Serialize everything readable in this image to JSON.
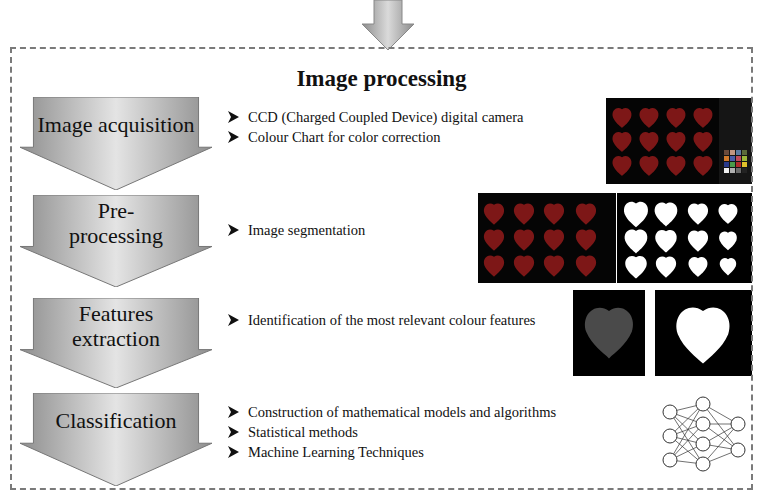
{
  "diagram": {
    "nodes": [
      {
        "text": [
          "Image processing"
        ]
      },
      {
        "text": [
          "Image acquisition"
        ],
        "in": 0
      },
      {
        "text": [
          "Pre-processing"
        ],
        "in": 0
      },
      {
        "text": [
          "Features extraction"
        ],
        "in": 0
      },
      {
        "text": [
          "Classification"
        ],
        "in": 0
      }
    ],
    "labels": [
      "CCD (Charged Coupled Device) digital camera",
      "Colour Chart for color correction",
      "Image segmentation",
      "Identification of the most relevant colour features",
      "Construction of mathematical models and algorithms",
      "Statistical methods",
      "Machine Learning Techniques"
    ]
  }
}
